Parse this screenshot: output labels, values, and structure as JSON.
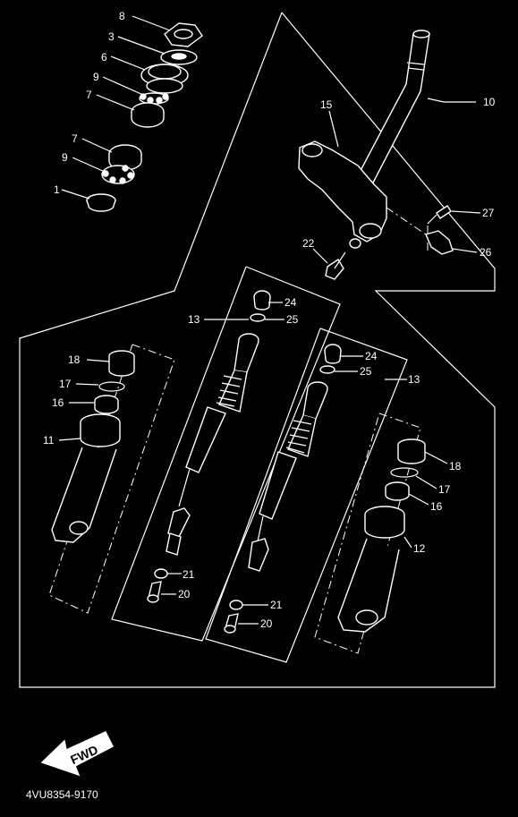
{
  "diagram_code": "4VU8354-9170",
  "fwd_label": "FWD",
  "callouts": {
    "c8": "8",
    "c3": "3",
    "c6": "6",
    "c9a": "9",
    "c7a": "7",
    "c7b": "7",
    "c9b": "9",
    "c1": "1",
    "c10": "10",
    "c15": "15",
    "c27": "27",
    "c26": "26",
    "c22": "22",
    "c13a": "13",
    "c24a": "24",
    "c25a": "25",
    "c13b": "13",
    "c24b": "24",
    "c25b": "25",
    "c18a": "18",
    "c17a": "17",
    "c16a": "16",
    "c11": "11",
    "c18b": "18",
    "c17b": "17",
    "c16b": "16",
    "c12": "12",
    "c21a": "21",
    "c20a": "20",
    "c21b": "21",
    "c20b": "20"
  }
}
